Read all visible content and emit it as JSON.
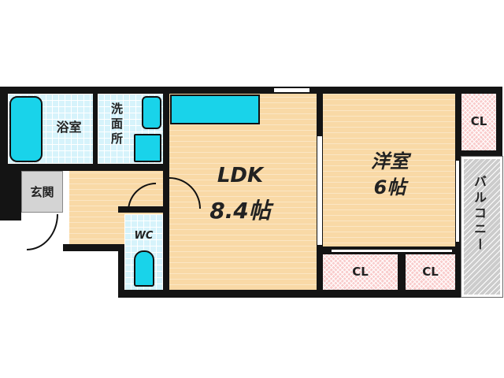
{
  "rooms": {
    "bath": "浴室",
    "washroom": "洗面所",
    "entrance": "玄関",
    "ldk_name": "LDK",
    "ldk_size": "8.4帖",
    "wc": "WC",
    "western_name": "洋室",
    "western_size": "6帖",
    "closet_1": "CL",
    "closet_2": "CL",
    "closet_3": "CL",
    "balcony": "バルコニー"
  },
  "colors": {
    "floor": "#f9d9a6",
    "tile": "#d6f3fb",
    "fixture": "#19d3ea",
    "closet": "#f9cccc",
    "entrance": "#d4d4d4"
  }
}
